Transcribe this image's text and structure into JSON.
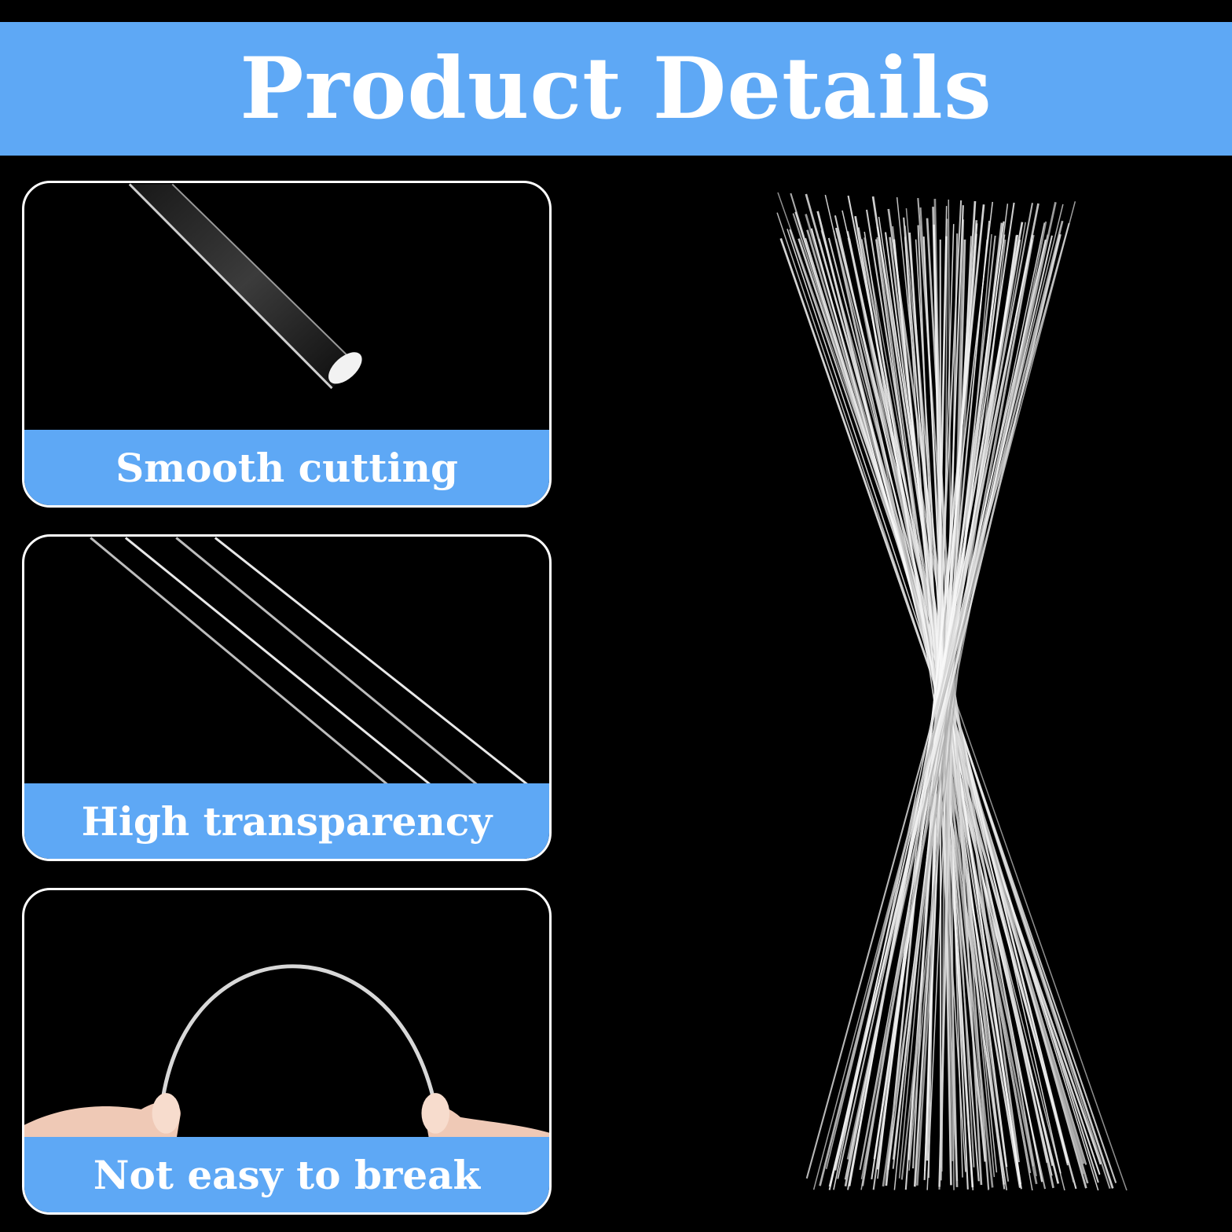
{
  "header": {
    "title": "Product Details"
  },
  "features": [
    {
      "label": "Smooth cutting"
    },
    {
      "label": "High transparency"
    },
    {
      "label": "Not easy to break"
    }
  ],
  "colors": {
    "accent": "#5ea8f5",
    "background": "#000000",
    "text": "#ffffff"
  }
}
